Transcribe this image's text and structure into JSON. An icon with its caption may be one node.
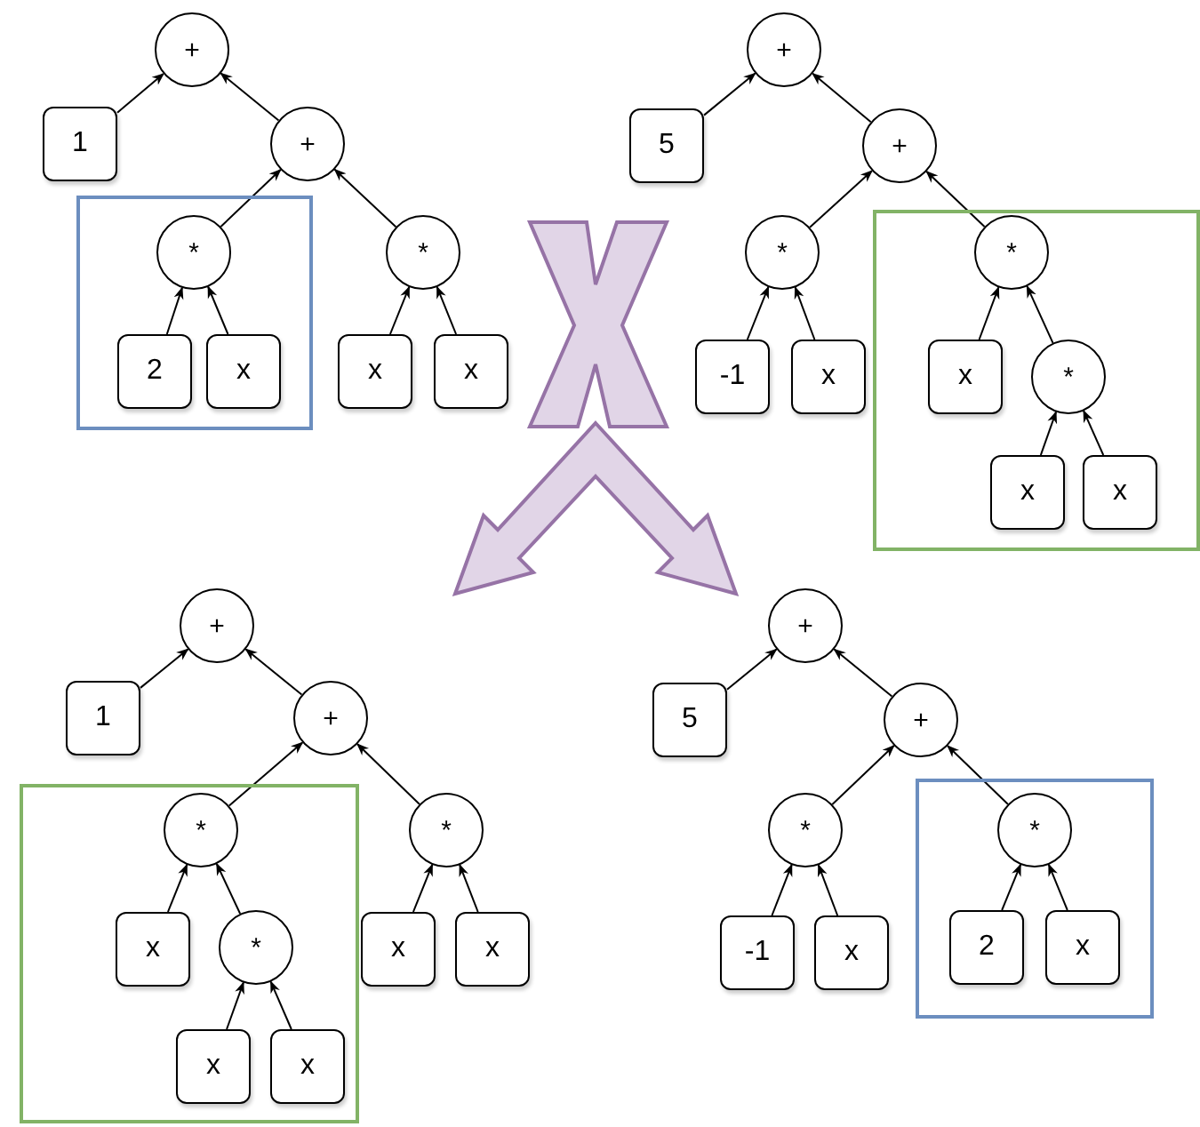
{
  "diagram": {
    "nodes": [
      {
        "text": [
          "+"
        ]
      },
      {
        "text": [
          "1"
        ]
      },
      {
        "text": [
          "+"
        ]
      },
      {
        "text": [],
        "shape": "box"
      },
      {
        "text": [
          "*"
        ],
        "in": 3
      },
      {
        "text": [
          "2"
        ],
        "in": 3
      },
      {
        "text": [
          "x"
        ],
        "in": 3
      },
      {
        "text": [
          "*"
        ]
      },
      {
        "text": [
          "x"
        ]
      },
      {
        "text": [
          "x"
        ]
      },
      {
        "text": [
          "+"
        ]
      },
      {
        "text": [
          "5"
        ]
      },
      {
        "text": [
          "+"
        ]
      },
      {
        "text": [
          "*"
        ]
      },
      {
        "text": [
          "-1"
        ]
      },
      {
        "text": [
          "x"
        ]
      },
      {
        "text": [],
        "shape": "box"
      },
      {
        "text": [
          "*"
        ],
        "in": 16
      },
      {
        "text": [
          "x"
        ],
        "in": 16
      },
      {
        "text": [
          "*"
        ],
        "in": 16
      },
      {
        "text": [
          "x"
        ],
        "in": 16
      },
      {
        "text": [
          "x"
        ],
        "in": 16
      },
      {
        "text": [
          "+"
        ]
      },
      {
        "text": [
          "1"
        ]
      },
      {
        "text": [
          "+"
        ]
      },
      {
        "text": [],
        "shape": "box"
      },
      {
        "text": [
          "*"
        ],
        "in": 25
      },
      {
        "text": [
          "x"
        ],
        "in": 25
      },
      {
        "text": [
          "*"
        ],
        "in": 25
      },
      {
        "text": [
          "x"
        ],
        "in": 25
      },
      {
        "text": [
          "x"
        ],
        "in": 25
      },
      {
        "text": [
          "*"
        ]
      },
      {
        "text": [
          "x"
        ]
      },
      {
        "text": [
          "x"
        ]
      },
      {
        "text": [
          "+"
        ]
      },
      {
        "text": [
          "5"
        ]
      },
      {
        "text": [
          "+"
        ]
      },
      {
        "text": [
          "*"
        ]
      },
      {
        "text": [
          "-1"
        ]
      },
      {
        "text": [
          "x"
        ]
      },
      {
        "text": [],
        "shape": "box"
      },
      {
        "text": [
          "*"
        ],
        "in": 40
      },
      {
        "text": [
          "2"
        ],
        "in": 40
      },
      {
        "text": [
          "x"
        ],
        "in": 40
      }
    ],
    "edges": [
      {
        "from": 1,
        "to": 0,
        "arrow": "to"
      },
      {
        "from": 2,
        "to": 0,
        "arrow": "to"
      },
      {
        "from": 4,
        "to": 2,
        "arrow": "to"
      },
      {
        "from": 7,
        "to": 2,
        "arrow": "to"
      },
      {
        "from": 5,
        "to": 4,
        "arrow": "to"
      },
      {
        "from": 6,
        "to": 4,
        "arrow": "to"
      },
      {
        "from": 8,
        "to": 7,
        "arrow": "to"
      },
      {
        "from": 9,
        "to": 7,
        "arrow": "to"
      },
      {
        "from": 11,
        "to": 10,
        "arrow": "to"
      },
      {
        "from": 12,
        "to": 10,
        "arrow": "to"
      },
      {
        "from": 13,
        "to": 12,
        "arrow": "to"
      },
      {
        "from": 17,
        "to": 12,
        "arrow": "to"
      },
      {
        "from": 14,
        "to": 13,
        "arrow": "to"
      },
      {
        "from": 15,
        "to": 13,
        "arrow": "to"
      },
      {
        "from": 18,
        "to": 17,
        "arrow": "to"
      },
      {
        "from": 19,
        "to": 17,
        "arrow": "to"
      },
      {
        "from": 20,
        "to": 19,
        "arrow": "to"
      },
      {
        "from": 21,
        "to": 19,
        "arrow": "to"
      },
      {
        "from": 23,
        "to": 22,
        "arrow": "to"
      },
      {
        "from": 24,
        "to": 22,
        "arrow": "to"
      },
      {
        "from": 26,
        "to": 24,
        "arrow": "to"
      },
      {
        "from": 31,
        "to": 24,
        "arrow": "to"
      },
      {
        "from": 27,
        "to": 26,
        "arrow": "to"
      },
      {
        "from": 28,
        "to": 26,
        "arrow": "to"
      },
      {
        "from": 29,
        "to": 28,
        "arrow": "to"
      },
      {
        "from": 30,
        "to": 28,
        "arrow": "to"
      },
      {
        "from": 32,
        "to": 31,
        "arrow": "to"
      },
      {
        "from": 33,
        "to": 31,
        "arrow": "to"
      },
      {
        "from": 35,
        "to": 34,
        "arrow": "to"
      },
      {
        "from": 36,
        "to": 34,
        "arrow": "to"
      },
      {
        "from": 37,
        "to": 36,
        "arrow": "to"
      },
      {
        "from": 41,
        "to": 36,
        "arrow": "to"
      },
      {
        "from": 38,
        "to": 37,
        "arrow": "to"
      },
      {
        "from": 39,
        "to": 37,
        "arrow": "to"
      },
      {
        "from": 42,
        "to": 41,
        "arrow": "to"
      },
      {
        "from": 43,
        "to": 41,
        "arrow": "to"
      }
    ]
  }
}
